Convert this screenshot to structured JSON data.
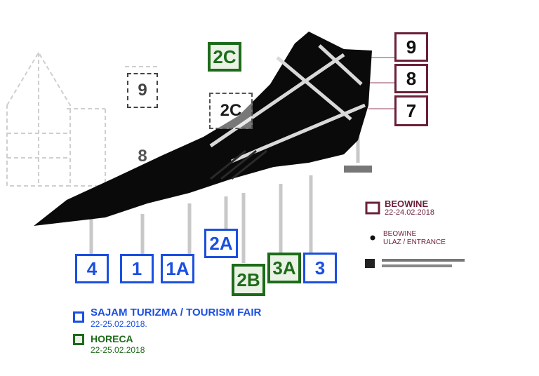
{
  "halls": {
    "h4": "4",
    "h1": "1",
    "h1a": "1A",
    "h2a": "2A",
    "h2b": "2B",
    "h3a": "3A",
    "h3": "3",
    "h2c": "2C",
    "h9": "9",
    "h8": "8",
    "h7": "7",
    "ghost9": "9",
    "ghost8": "8",
    "ghost2c": "2C"
  },
  "legend": {
    "tourism_title": "SAJAM TURIZMA / TOURISM FAIR",
    "tourism_date": "22-25.02.2018.",
    "horeca_title": "HORECA",
    "horeca_date": "22-25.02.2018",
    "beowine_title": "BEOWINE",
    "beowine_date": "22-24.02.2018",
    "entrance_title": "BEOWINE",
    "entrance_sub": "ULAZ / ENTRANCE"
  },
  "colors": {
    "tourism_blue": "#1a4fe0",
    "horeca_green": "#1d6b1a",
    "beowine_maroon": "#6b1f3a"
  }
}
